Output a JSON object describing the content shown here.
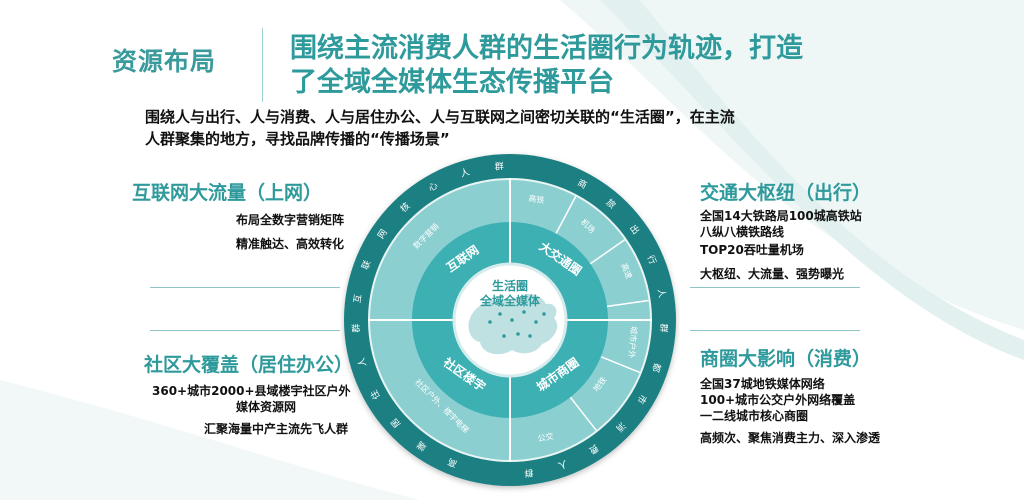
{
  "header": {
    "section_label": "资源布局",
    "headline_line1": "围绕主流消费人群的生活圈行为轨迹，打造",
    "headline_line2": "了全域全媒体生态传播平台"
  },
  "intro": {
    "line1": "围绕人与出行、人与消费、人与居住办公、人与互联网之间密切关联的“生活圈”，在主流",
    "line2": "人群聚集的地方，寻找品牌传播的“传播场景”"
  },
  "blocks": {
    "internet": {
      "title": "互联网大流量（上网）",
      "lines": [
        "布局全数字营销矩阵",
        "精准触达、高效转化"
      ]
    },
    "community": {
      "title": "社区大覆盖（居住办公）",
      "lines": [
        "360+城市2000+县域楼宇社区户外",
        "媒体资源网",
        "汇聚海量中产主流先飞人群"
      ]
    },
    "transport": {
      "title": "交通大枢纽（出行）",
      "lines": [
        "全国14大铁路局100城高铁站",
        "八纵八横铁路线",
        "TOP20吞吐量机场",
        "大枢纽、大流量、强势曝光"
      ]
    },
    "business": {
      "title": "商圈大影响（消费）",
      "lines": [
        "全国37城地铁媒体网络",
        "100+城市公交户外网络覆盖",
        "一二线城市核心商圈",
        "高频次、聚焦消费主力、深入渗透"
      ]
    }
  },
  "diagram": {
    "center_line1": "生活圈",
    "center_line2": "全域全媒体",
    "quadrants": [
      "互联网",
      "大交通圈",
      "社区楼宇",
      "城市商圈"
    ],
    "outer_items": [
      "数字营销",
      "高铁",
      "机场",
      "高速",
      "城市户外",
      "地铁",
      "公交",
      "社区户外、楼宇电梯"
    ],
    "ring_chars_tl": [
      "互",
      "联",
      "网",
      "核",
      "心",
      "人",
      "群"
    ],
    "ring_chars_tr": [
      "商",
      "旅",
      "出",
      "行",
      "人",
      "群"
    ],
    "ring_chars_br": [
      "都",
      "市",
      "消",
      "费",
      "人",
      "群"
    ],
    "ring_chars_bl": [
      "高",
      "端",
      "居",
      "住",
      "人",
      "群"
    ],
    "colors": {
      "ring_dark": "#1c7f82",
      "quadrant_mid": "#3db0b3",
      "outer_light": "#8ccfd0",
      "center_white": "#ffffff",
      "accent_text": "#2f9a9c"
    }
  }
}
